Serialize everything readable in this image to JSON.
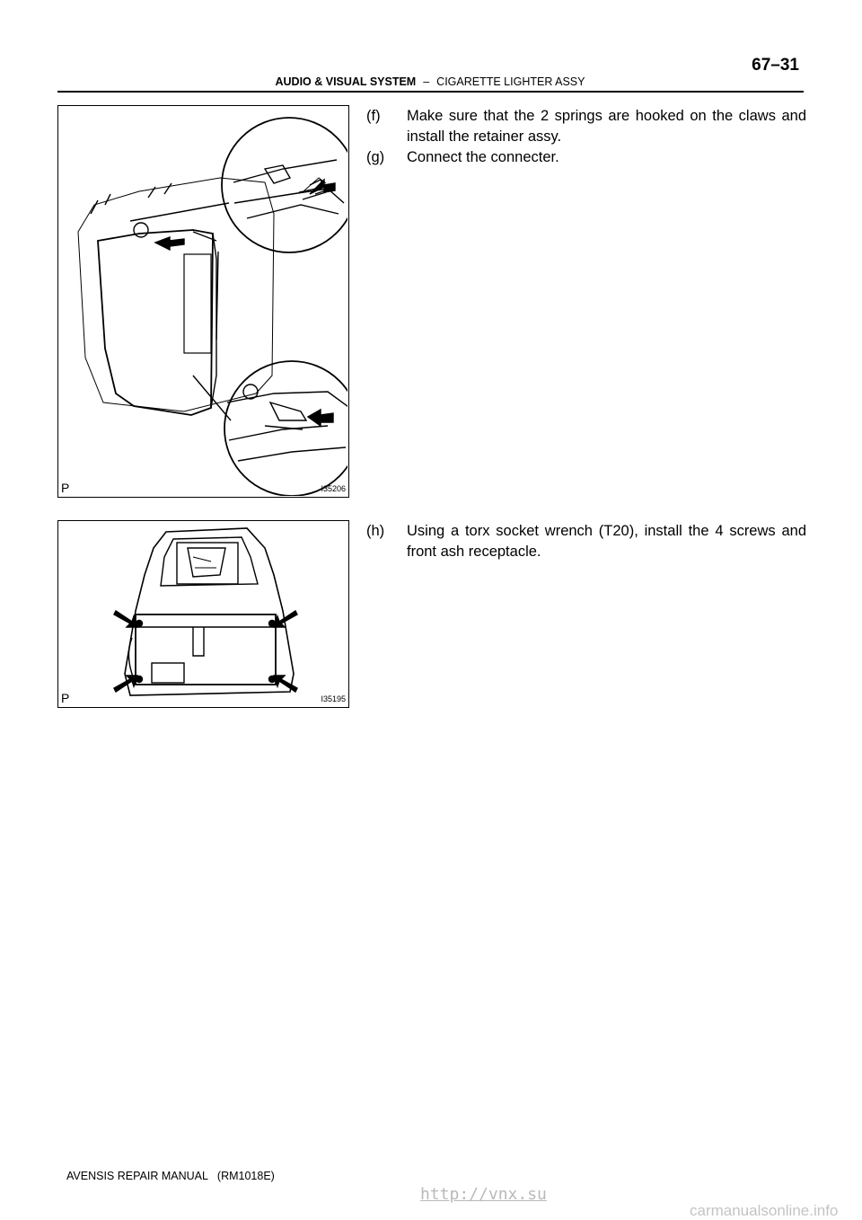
{
  "header": {
    "page_number": "67–31",
    "section": "AUDIO & VISUAL SYSTEM",
    "separator": "–",
    "subsection": "CIGARETTE LIGHTER ASSY"
  },
  "figures": [
    {
      "letter": "P",
      "code": "I35206"
    },
    {
      "letter": "P",
      "code": "I35195"
    }
  ],
  "steps": [
    {
      "marker": "(f)",
      "text": "Make sure that the 2 springs are hooked on the claws and install the retainer assy."
    },
    {
      "marker": "(g)",
      "text": "Connect the connecter."
    },
    {
      "marker": "(h)",
      "text": "Using a torx socket wrench (T20), install the 4 screws and front ash receptacle."
    }
  ],
  "footer": {
    "manual": "AVENSIS REPAIR MANUAL",
    "code": "(RM1018E)"
  },
  "watermark": "http://vnx.su",
  "brand": "carmanualsonline.info"
}
